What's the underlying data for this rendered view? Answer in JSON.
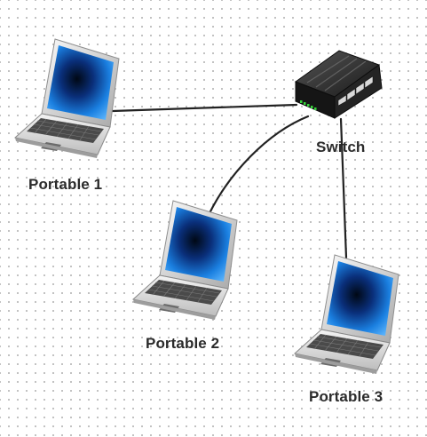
{
  "diagram": {
    "nodes": {
      "switch": {
        "label": "Switch",
        "icon": "network-switch-icon"
      },
      "portable_1": {
        "label": "Portable 1",
        "icon": "laptop-icon"
      },
      "portable_2": {
        "label": "Portable 2",
        "icon": "laptop-icon"
      },
      "portable_3": {
        "label": "Portable 3",
        "icon": "laptop-icon"
      }
    },
    "edges": [
      {
        "from": "portable_1",
        "to": "switch"
      },
      {
        "from": "portable_2",
        "to": "switch"
      },
      {
        "from": "portable_3",
        "to": "switch"
      }
    ],
    "colors": {
      "cable": "#222222",
      "screen": "#1a7fe0",
      "laptop_body": "#e4e4e4",
      "switch_body": "#1e1e1e",
      "switch_led": "#35d23a"
    }
  }
}
